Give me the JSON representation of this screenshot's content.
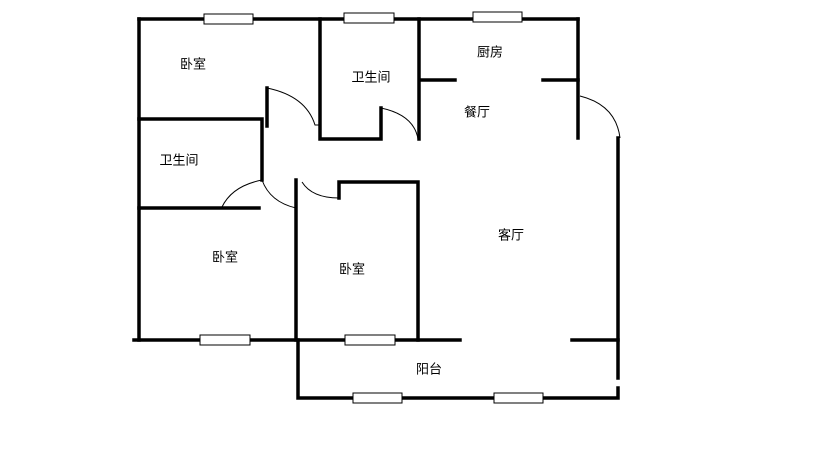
{
  "rooms": {
    "bedroom_top_left": "卧室",
    "bathroom_top": "卫生间",
    "kitchen": "厨房",
    "dining_room": "餐厅",
    "bathroom_left": "卫生间",
    "bedroom_bottom_left": "卧室",
    "bedroom_middle": "卧室",
    "living_room": "客厅",
    "balcony": "阳台"
  }
}
